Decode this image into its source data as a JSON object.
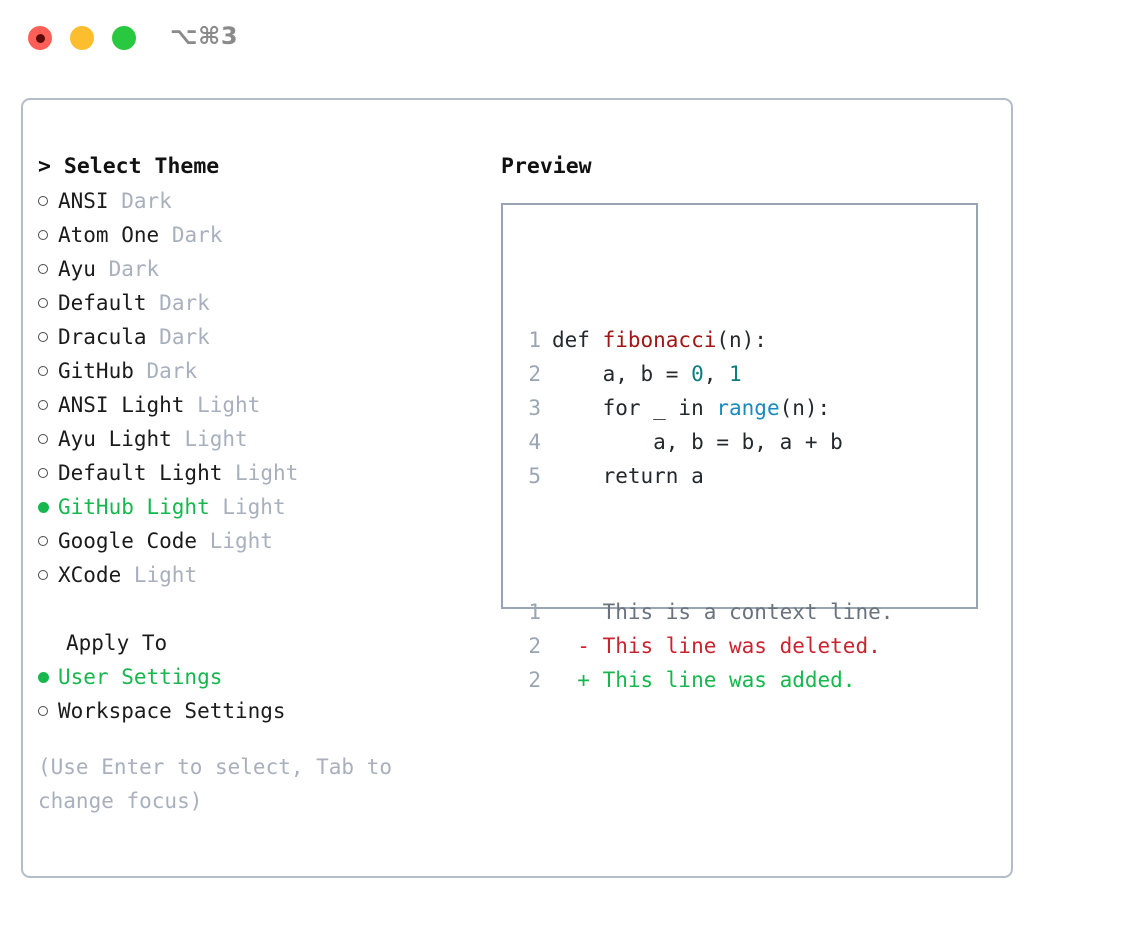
{
  "titlebar": {
    "shortcut": "⌥⌘3",
    "lights": [
      {
        "name": "close-button",
        "color": "#ff5f57"
      },
      {
        "name": "minimize-button",
        "color": "#fcbd2e"
      },
      {
        "name": "maximize-button",
        "color": "#28c840"
      }
    ]
  },
  "colors": {
    "accent_green": "#16b84e",
    "muted": "#a8b0bd",
    "border": "#b4bcc8",
    "preview_border": "#9aa5b4",
    "line_number": "#9aa5b4",
    "syntax_function": "#a31515",
    "syntax_number": "#0d7d7d",
    "syntax_call": "#1a8ac0",
    "diff_context": "#6a737d",
    "diff_deleted": "#cb2431",
    "diff_added": "#16b84e"
  },
  "left": {
    "prompt": "> ",
    "heading": "Select Theme",
    "themes": [
      {
        "marker": "hollow",
        "name": "ANSI",
        "variant": "Dark",
        "selected": false
      },
      {
        "marker": "hollow",
        "name": "Atom One",
        "variant": "Dark",
        "selected": false
      },
      {
        "marker": "hollow",
        "name": "Ayu",
        "variant": "Dark",
        "selected": false
      },
      {
        "marker": "hollow",
        "name": "Default",
        "variant": "Dark",
        "selected": false
      },
      {
        "marker": "hollow",
        "name": "Dracula",
        "variant": "Dark",
        "selected": false
      },
      {
        "marker": "hollow",
        "name": "GitHub",
        "variant": "Dark",
        "selected": false
      },
      {
        "marker": "hollow",
        "name": "ANSI Light",
        "variant": "Light",
        "selected": false
      },
      {
        "marker": "hollow",
        "name": "Ayu Light",
        "variant": "Light",
        "selected": false
      },
      {
        "marker": "hollow",
        "name": "Default Light",
        "variant": "Light",
        "selected": false
      },
      {
        "marker": "filled",
        "name": "GitHub Light",
        "variant": "Light",
        "selected": true
      },
      {
        "marker": "hollow",
        "name": "Google Code",
        "variant": "Light",
        "selected": false
      },
      {
        "marker": "hollow",
        "name": "XCode",
        "variant": "Light",
        "selected": false
      }
    ],
    "apply_to_label": "Apply To",
    "apply_to_options": [
      {
        "marker": "filled",
        "label": "User Settings",
        "selected": true
      },
      {
        "marker": "hollow",
        "label": "Workspace Settings",
        "selected": false
      }
    ],
    "hint": "(Use Enter to select, Tab to change focus)"
  },
  "right": {
    "preview_label": "Preview",
    "code_lines": [
      {
        "n": "1",
        "segments": [
          {
            "text": "def ",
            "kind": "plain"
          },
          {
            "text": "fibonacci",
            "kind": "fn"
          },
          {
            "text": "(n):",
            "kind": "plain"
          }
        ]
      },
      {
        "n": "2",
        "segments": [
          {
            "text": "    a, b = ",
            "kind": "plain"
          },
          {
            "text": "0",
            "kind": "num"
          },
          {
            "text": ", ",
            "kind": "plain"
          },
          {
            "text": "1",
            "kind": "num"
          }
        ]
      },
      {
        "n": "3",
        "segments": [
          {
            "text": "    for _ in ",
            "kind": "plain"
          },
          {
            "text": "range",
            "kind": "call"
          },
          {
            "text": "(n):",
            "kind": "plain"
          }
        ]
      },
      {
        "n": "4",
        "segments": [
          {
            "text": "        a, b = b, a + b",
            "kind": "plain"
          }
        ]
      },
      {
        "n": "5",
        "segments": [
          {
            "text": "    return a",
            "kind": "plain"
          }
        ]
      }
    ],
    "diff_lines": [
      {
        "n": "1",
        "sign": "  ",
        "text": "This is a context line.",
        "kind": "ctx"
      },
      {
        "n": "2",
        "sign": "- ",
        "text": "This line was deleted.",
        "kind": "del"
      },
      {
        "n": "2",
        "sign": "+ ",
        "text": "This line was added.",
        "kind": "add"
      }
    ]
  }
}
